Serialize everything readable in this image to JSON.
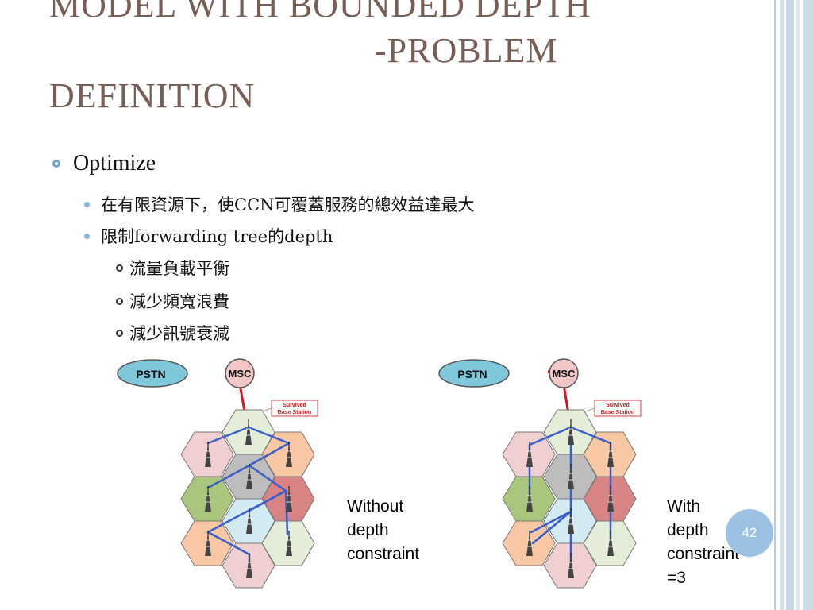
{
  "slide": {
    "title_lines": [
      "MODEL WITH BOUNDED DEPTH",
      "-PROBLEM",
      "DEFINITION"
    ],
    "bullet_l1": "Optimize",
    "bullets_l2": [
      "在有限資源下，使CCN可覆蓋服務的總效益達最大",
      "限制forwarding tree的depth"
    ],
    "bullets_l3": [
      "流量負載平衡",
      "減少頻寬浪費",
      "減少訊號衰減"
    ],
    "page_number": "42"
  },
  "diagram_left": {
    "pstn": "PSTN",
    "msc": "MSC",
    "callout_line1": "Survived",
    "callout_line2": "Base Station",
    "caption_lines": [
      "Without",
      "depth",
      "constraint"
    ]
  },
  "diagram_right": {
    "pstn": "PSTN",
    "msc": "MSC",
    "callout_line1": "Survived",
    "callout_line2": "Base Station",
    "caption_lines": [
      "With",
      "depth",
      "constraint",
      "=3"
    ]
  },
  "colors": {
    "title": "#775f55",
    "tree_link": "#3a5fc8",
    "msc_link": "#e0141e",
    "cloud": "#7fc8dc",
    "msc_fill": "#f2c7c5"
  }
}
